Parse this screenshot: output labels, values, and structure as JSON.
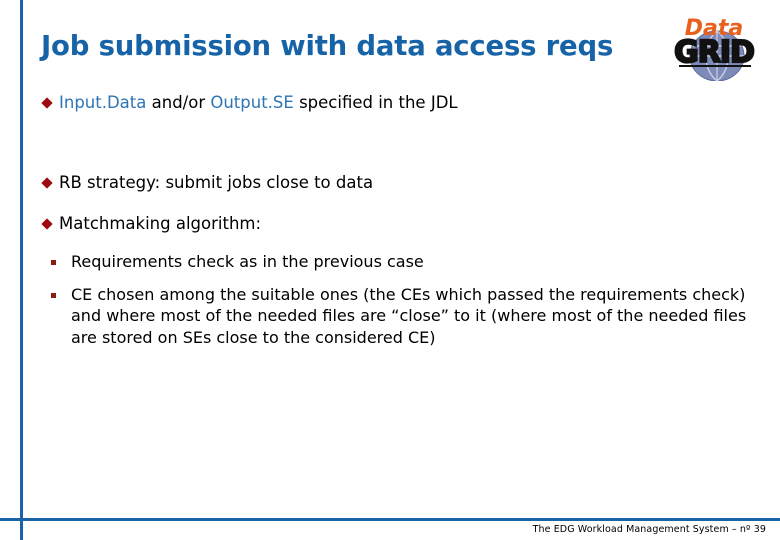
{
  "slide": {
    "title": "Job submission with data access reqs",
    "accent_color": "#1964A8",
    "title_color": "#1763A8",
    "bullet_color": "#9E0A12",
    "link_color": "#2E75B6"
  },
  "logo": {
    "word_top": "Data",
    "word_bottom": "GRID",
    "top_color": "#E8601C",
    "bottom_color": "#111111",
    "globe_color": "#7E8BB8"
  },
  "bullets": {
    "b1": {
      "seg1": "Input.Data",
      "seg2": " and/or ",
      "seg3": "Output.SE",
      "seg4": " specified in the JDL"
    },
    "b2": "RB strategy: submit jobs close to data",
    "b3": "Matchmaking algorithm:",
    "sub1": "Requirements check as in the previous case",
    "sub2": "CE chosen among the suitable ones (the CEs which passed the requirements check) and where most of the needed files are “close” to it (where most of the needed files are stored on SEs close to the considered CE)"
  },
  "footer": {
    "text": "The EDG Workload Management System –  nº 39"
  }
}
